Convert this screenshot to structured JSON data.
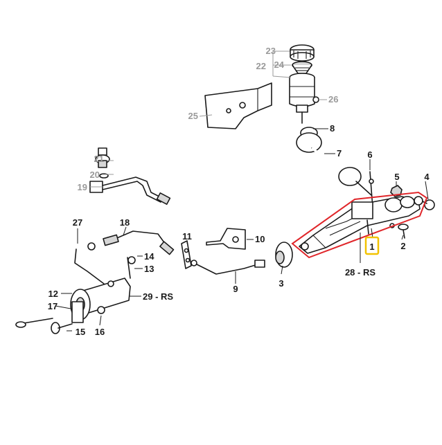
{
  "diagram": {
    "highlight_color": "#e0262a",
    "selected_color": "#f2c200",
    "selected_label": "1",
    "labels": {
      "l1": "1",
      "l2": "2",
      "l3": "3",
      "l4": "4",
      "l5": "5",
      "l6": "6",
      "l7": "7",
      "l8": "8",
      "l9": "9",
      "l10": "10",
      "l11": "11",
      "l12": "12",
      "l13": "13",
      "l14": "14",
      "l15": "15",
      "l16": "16",
      "l17": "17",
      "l18": "18",
      "l19": "19",
      "l20": "20",
      "l21": "21",
      "l22": "22",
      "l23": "23",
      "l24": "24",
      "l25": "25",
      "l26": "26",
      "l27": "27",
      "l28rs": "28 - RS",
      "l29rs": "29 - RS"
    }
  }
}
